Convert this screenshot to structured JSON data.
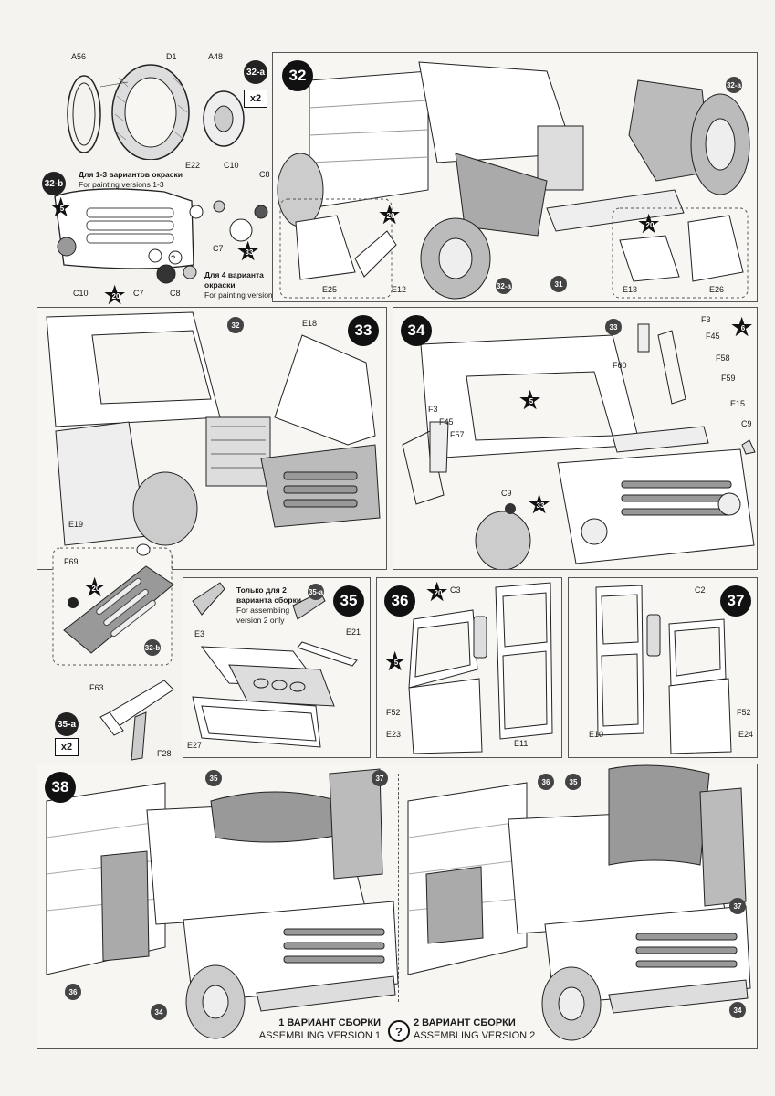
{
  "panel_32a_top": {
    "labels": {
      "a56": "A56",
      "d1": "D1",
      "a48": "A48"
    },
    "badge": "32-a",
    "count": "x2"
  },
  "panel_32b": {
    "badge": "32-b",
    "note_ru_1": "Для 1-3 вариантов окраски",
    "note_en_1": "For painting versions 1-3",
    "note_ru_2a": "Для 4 варианта",
    "note_ru_2b": "окраски",
    "note_en_2": "For painting version 4",
    "labels": {
      "e22": "E22",
      "c10a": "C10",
      "c8a": "C8",
      "c7a": "C7",
      "c10b": "C10",
      "c7b": "C7",
      "c8b": "C8"
    },
    "paints": {
      "p5": "5",
      "p33": "33",
      "p20": "20"
    }
  },
  "step32": {
    "num": "32",
    "labels": {
      "e25": "E25",
      "e12": "E12",
      "e13": "E13",
      "e26": "E26"
    },
    "refs": {
      "r32a_1": "32-a",
      "r32a_2": "32-a",
      "r31": "31"
    },
    "paints": {
      "p20a": "20",
      "p20b": "20"
    }
  },
  "step33": {
    "num": "33",
    "labels": {
      "e18": "E18",
      "e19": "E19",
      "f69": "F69"
    },
    "refs": {
      "r32": "32",
      "r32b": "32-b"
    },
    "paints": {
      "p20": "20"
    }
  },
  "step34": {
    "num": "34",
    "labels": {
      "f3a": "F3",
      "f45a": "F45",
      "f58": "F58",
      "f59": "F59",
      "e15": "E15",
      "c9a": "C9",
      "f60": "F60",
      "f3b": "F3",
      "f45b": "F45",
      "f57": "F57",
      "c9b": "C9"
    },
    "refs": {
      "r33": "33"
    },
    "paints": {
      "p6": "6",
      "p5": "5",
      "p33": "33"
    }
  },
  "panel_35a": {
    "badge": "35-a",
    "count": "x2",
    "labels": {
      "f63": "F63",
      "f28": "F28"
    }
  },
  "step35": {
    "num": "35",
    "note_ru_1": "Только для 2",
    "note_ru_2": "варианта сборки",
    "note_en_1": "For assembling",
    "note_en_2": "version 2 only",
    "labels": {
      "e3": "E3",
      "e21": "E21",
      "e27": "E27"
    },
    "refs": {
      "r35a": "35-a"
    }
  },
  "step36": {
    "num": "36",
    "labels": {
      "c3": "C3",
      "f52": "F52",
      "e23": "E23",
      "e11": "E11"
    },
    "paints": {
      "p20": "20",
      "p5": "5"
    }
  },
  "step37": {
    "num": "37",
    "labels": {
      "c2": "C2",
      "f52": "F52",
      "e10": "E10",
      "e24": "E24"
    }
  },
  "step38": {
    "num": "38",
    "refs": {
      "l35": "35",
      "l37": "37",
      "l36": "36",
      "l34": "34",
      "r36": "36",
      "r35": "35",
      "r37": "37",
      "r34": "34"
    },
    "version1_ru": "1 ВАРИАНТ СБОРКИ",
    "version1_en": "ASSEMBLING VERSION 1",
    "version2_ru": "2 ВАРИАНТ СБОРКИ",
    "version2_en": "ASSEMBLING VERSION 2",
    "question": "?"
  }
}
